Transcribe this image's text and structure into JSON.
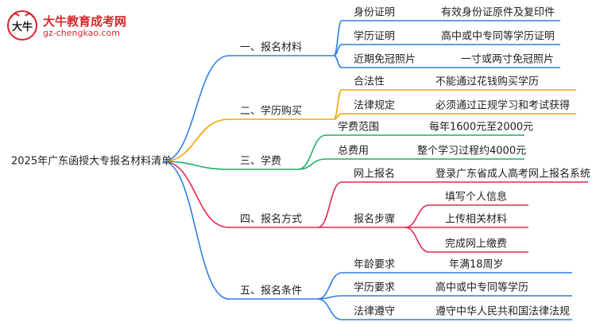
{
  "logo": {
    "title": "大牛教育成考网",
    "url": "gz-chengkao.com",
    "mark_text": "大牛"
  },
  "root": "2025年广东函授大专报名材料清单",
  "branches": [
    {
      "label": "一、报名材料",
      "color": "#2f7fe0",
      "children": [
        {
          "label": "身份证明",
          "detail": "有效身份证原件及复印件"
        },
        {
          "label": "学历证明",
          "detail": "高中或中专同等学历证明"
        },
        {
          "label": "近期免冠照片",
          "detail": "一寸或两寸免冠照片"
        }
      ]
    },
    {
      "label": "二、学历购买",
      "color": "#f0a500",
      "children": [
        {
          "label": "合法性",
          "detail": "不能通过花钱购买学历"
        },
        {
          "label": "法律规定",
          "detail": "必须通过正规学习和考试获得"
        }
      ]
    },
    {
      "label": "三、学费",
      "color": "#1fae6a",
      "children": [
        {
          "label": "学费范围",
          "detail": "每年1600元至2000元"
        },
        {
          "label": "总费用",
          "detail": "整个学习过程约4000元"
        }
      ]
    },
    {
      "label": "四、报名方式",
      "color": "#e0294a",
      "children": [
        {
          "label": "网上报名",
          "detail": "登录广东省成人高考网上报名系统"
        },
        {
          "label": "报名步骤",
          "steps": [
            "填写个人信息",
            "上传相关材料",
            "完成网上缴费"
          ]
        }
      ]
    },
    {
      "label": "五、报名条件",
      "color": "#2f7fe0",
      "children": [
        {
          "label": "年龄要求",
          "detail": "年满18周岁"
        },
        {
          "label": "学历要求",
          "detail": "高中或中专同等学历"
        },
        {
          "label": "法律遵守",
          "detail": "遵守中华人民共和国法律法规"
        }
      ]
    }
  ]
}
